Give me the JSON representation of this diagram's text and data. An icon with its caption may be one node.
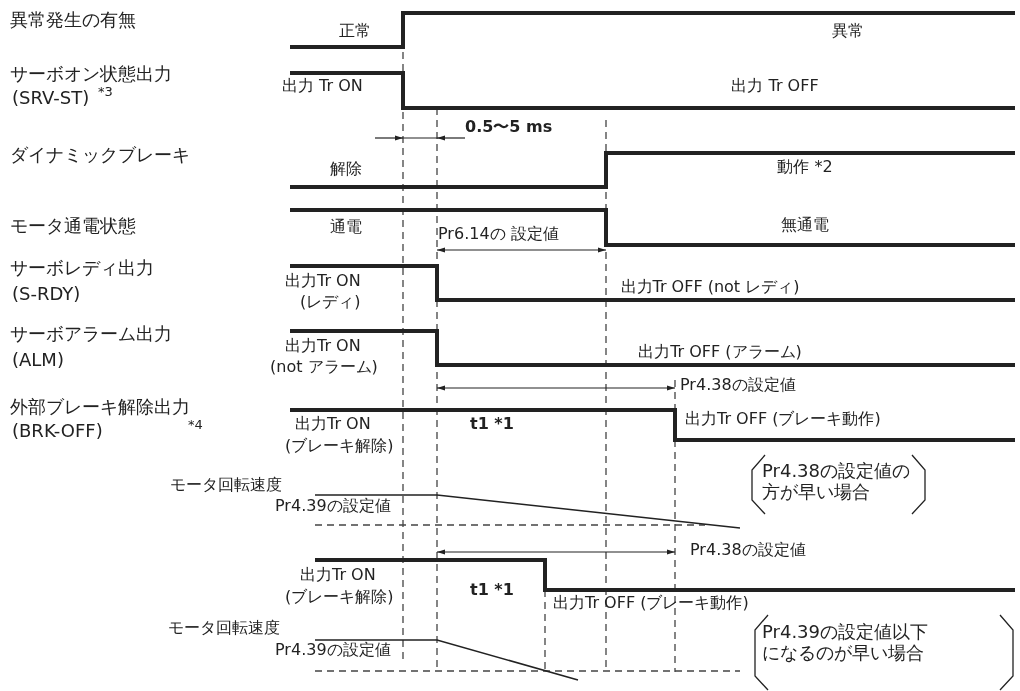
{
  "diagram": {
    "labels": [
      "異常発生の有無",
      "正常",
      "異常",
      "サーボオン状態出力",
      "(SRV-ST)",
      "*3",
      "出力 Tr ON",
      "出力 Tr OFF",
      "0.5〜5 ms",
      "ダイナミックブレーキ",
      "解除",
      "動作 *2",
      "モータ通電状態",
      "通電",
      "Pr6.14の 設定値",
      "無通電",
      "サーボレディ出力",
      "(S-RDY)",
      "出力Tr ON",
      "(レディ)",
      "出力Tr OFF (not レディ)",
      "サーボアラーム出力",
      "(ALM)",
      "出力Tr ON",
      "(not アラーム)",
      "出力Tr OFF (アラーム)",
      "Pr4.38の設定値",
      "外部ブレーキ解除出力",
      "(BRK-OFF)",
      "*4",
      "出力Tr ON",
      "(ブレーキ解除)",
      "t1 *1",
      "出力Tr OFF (ブレーキ動作)",
      "モータ回転速度",
      "Pr4.39の設定値",
      "Pr4.38の設定値の方が早い場合",
      "Pr4.38の設定値",
      "出力Tr ON",
      "(ブレーキ解除)",
      "t1 *1",
      "出力Tr OFF (ブレーキ動作)",
      "モータ回転速度",
      "Pr4.39の設定値",
      "Pr4.39の設定値以下になるのが早い場合"
    ]
  }
}
